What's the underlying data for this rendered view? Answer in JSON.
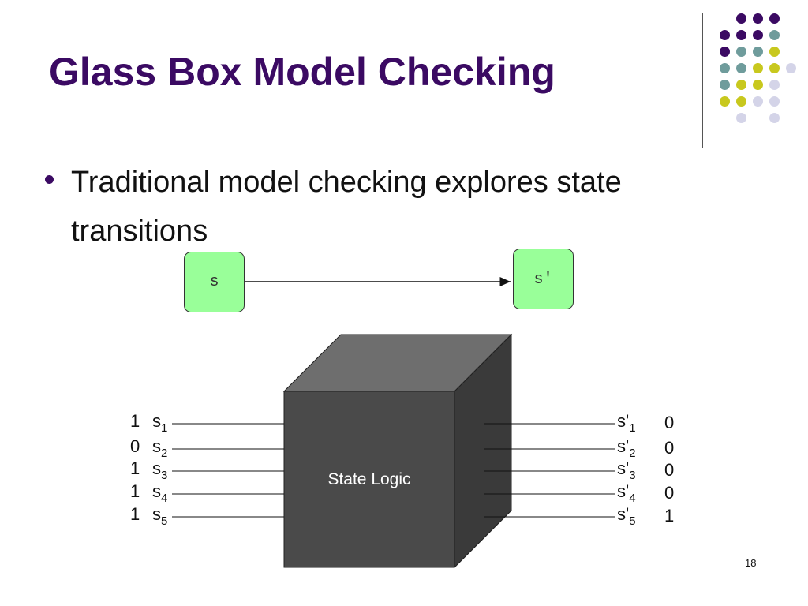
{
  "slide": {
    "title": "Glass Box Model Checking",
    "bullet": "Traditional model checking explores state transitions",
    "page_number": "18"
  },
  "transition": {
    "from_state": "s",
    "to_state": "s'"
  },
  "state_logic": {
    "label": "State Logic",
    "inputs": [
      {
        "value": "1",
        "name": "s",
        "sub": "1"
      },
      {
        "value": "0",
        "name": "s",
        "sub": "2"
      },
      {
        "value": "1",
        "name": "s",
        "sub": "3"
      },
      {
        "value": "1",
        "name": "s",
        "sub": "4"
      },
      {
        "value": "1",
        "name": "s",
        "sub": "5"
      }
    ],
    "outputs": [
      {
        "value": "0",
        "name": "s'",
        "sub": "1"
      },
      {
        "value": "0",
        "name": "s'",
        "sub": "2"
      },
      {
        "value": "0",
        "name": "s'",
        "sub": "3"
      },
      {
        "value": "0",
        "name": "s'",
        "sub": "4"
      },
      {
        "value": "1",
        "name": "s'",
        "sub": "5"
      }
    ]
  },
  "colors": {
    "title": "#3b0a63",
    "state_fill": "#99ff99",
    "cube_front": "#4a4a4a",
    "cube_top": "#6e6e6e",
    "cube_side": "#3a3a3a",
    "dot_purple": "#3b0a63",
    "dot_teal": "#6f9c9c",
    "dot_yellow": "#c8c81e",
    "dot_lavender": "#d4d4e8"
  }
}
